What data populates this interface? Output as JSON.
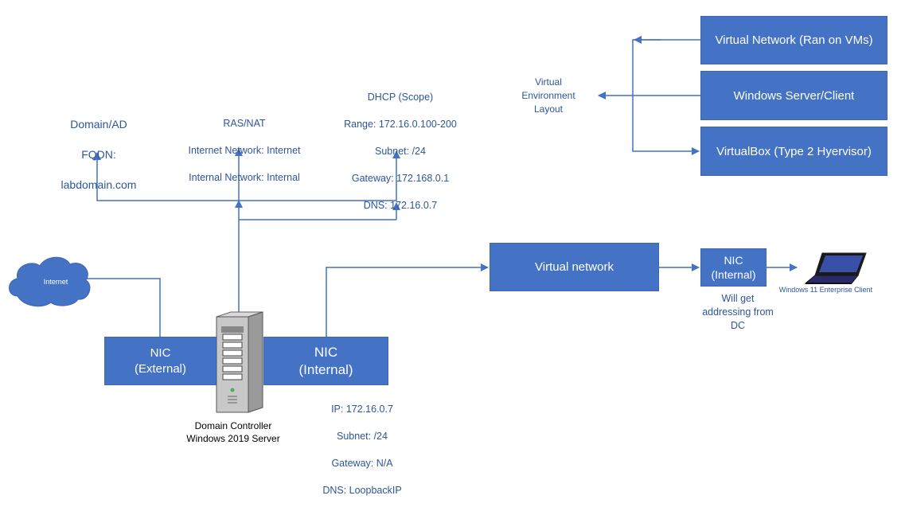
{
  "colors": {
    "box_fill": "#4472c4",
    "line": "#4472c4",
    "label_text": "#2f5597",
    "box_text": "#ffffff"
  },
  "layout_boxes": {
    "virtual_network_vms": "Virtual Network (Ran on VMs)",
    "windows_server_client": "Windows Server/Client",
    "virtualbox": "VirtualBox (Type 2 Hyervisor)"
  },
  "virtual_environment_label": "Virtual\nEnvironment\nLayout",
  "domain_ad": {
    "lines": [
      "Domain/AD",
      "FQDN:",
      "labdomain.com"
    ]
  },
  "ras_nat": {
    "lines": [
      "RAS/NAT",
      "Internet Network: Internet",
      "Internal Network: Internal"
    ]
  },
  "dhcp": {
    "lines": [
      "DHCP (Scope)",
      "Range: 172.16.0.100-200",
      "Subnet: /24",
      "Gateway: 172.168.0.1",
      "DNS: 172.16.0.7"
    ]
  },
  "internet_cloud": {
    "label": "Internet",
    "icon": "cloud-icon"
  },
  "nic_external": {
    "label": "NIC\n(External)"
  },
  "nic_internal": {
    "label": "NIC\n(Internal)"
  },
  "server": {
    "icon": "server-tower-icon",
    "caption": "Domain Controller\nWindows 2019 Server"
  },
  "nic_internal_config": {
    "lines": [
      "IP: 172.16.0.7",
      "Subnet: /24",
      "Gateway: N/A",
      "DNS: LoopbackIP"
    ]
  },
  "virtual_network": {
    "label": "Virtual network"
  },
  "client_nic": {
    "label": "NIC\n(Internal)",
    "note": "Will get\naddressing from\nDC"
  },
  "client": {
    "icon": "laptop-icon",
    "caption": "Windows 11 Enterprise Client"
  }
}
